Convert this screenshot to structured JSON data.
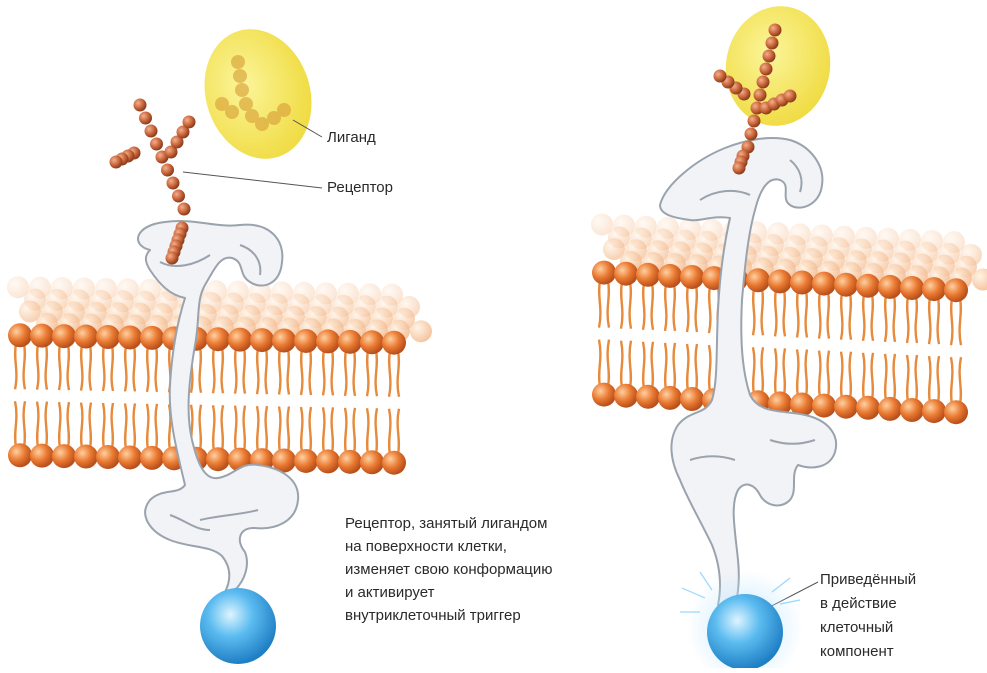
{
  "labels": {
    "ligand": "Лиганд",
    "receptor": "Рецептор",
    "description_lines": [
      "Рецептор, занятый лигандом",
      "на поверхности клетки,",
      "изменяет свою конформацию",
      "и активирует",
      "внутриклеточный триггер"
    ],
    "activated_lines": [
      "Приведённый",
      "в действие",
      "клеточный",
      "компонент"
    ]
  },
  "colors": {
    "ligand": "#f3e44e",
    "bead": "#c9653a",
    "lipid_head": "#e8742c",
    "lipid_tail": "#e9964a",
    "receptor": "#f1f3f6",
    "trigger": "#3fa6e6"
  }
}
